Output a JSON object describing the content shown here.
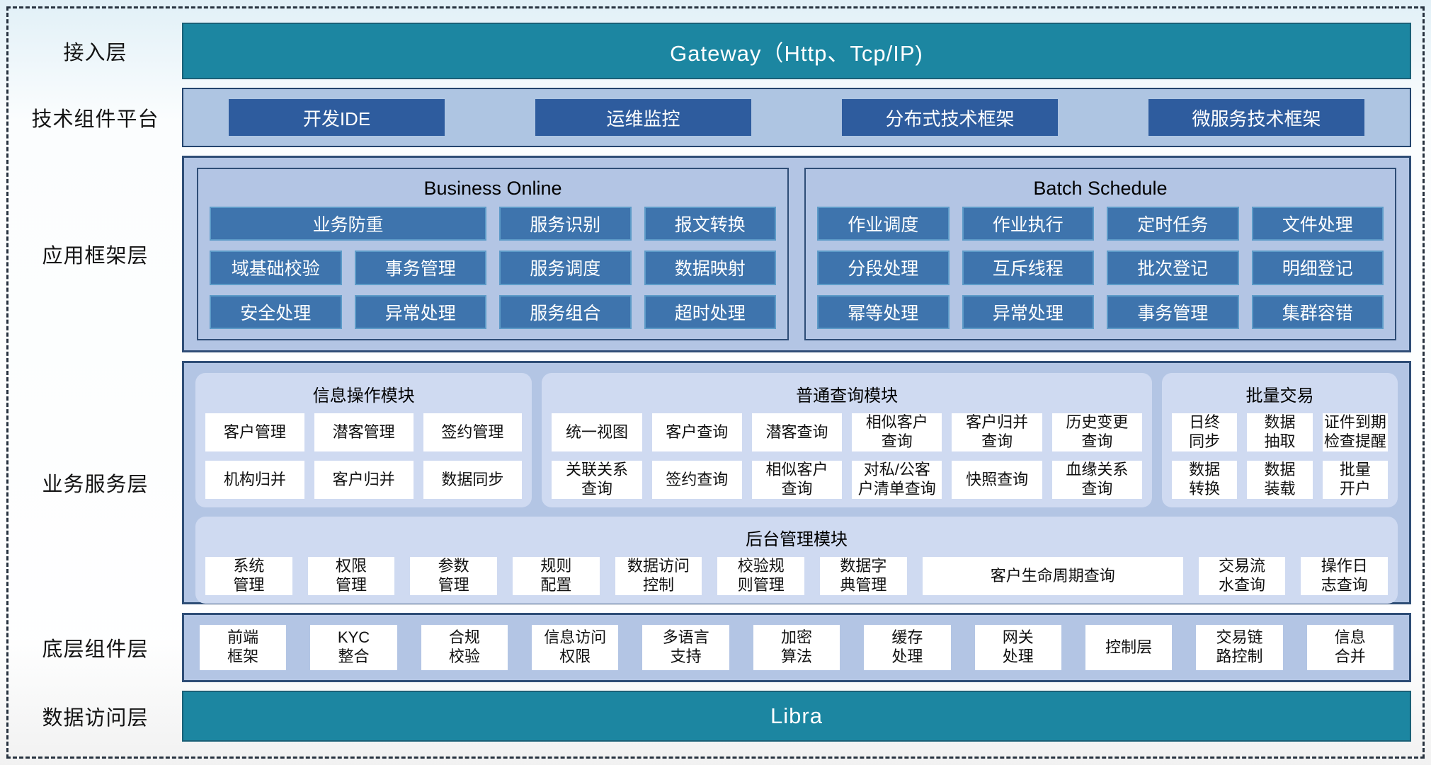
{
  "colors": {
    "teal_bar": "#1C86A1",
    "navy_button": "#2E5C9E",
    "blue_button": "#3E74AD",
    "layer_container": "#B3C5E4",
    "container_border": "#2E4D76",
    "panel_background": "#CFDAF1",
    "button_white": "#FFFFFF"
  },
  "layers": {
    "access": {
      "label": "接入层",
      "bar": "Gateway（Http、Tcp/IP)"
    },
    "tech": {
      "label": "技术组件平台",
      "items": [
        "开发IDE",
        "运维监控",
        "分布式技术框架",
        "微服务技术框架"
      ]
    },
    "app": {
      "label": "应用框架层",
      "groups": [
        {
          "title": "Business Online",
          "items": [
            {
              "label": "业务防重",
              "span": 2
            },
            "服务识别",
            "报文转换",
            "域基础校验",
            "事务管理",
            "服务调度",
            "数据映射",
            "安全处理",
            "异常处理",
            "服务组合",
            "超时处理"
          ]
        },
        {
          "title": "Batch Schedule",
          "items": [
            "作业调度",
            "作业执行",
            "定时任务",
            "文件处理",
            "分段处理",
            "互斥线程",
            "批次登记",
            "明细登记",
            "幂等处理",
            "异常处理",
            "事务管理",
            "集群容错"
          ]
        }
      ]
    },
    "business": {
      "label": "业务服务层",
      "panels": [
        {
          "title": "信息操作模块",
          "items": [
            "客户管理",
            "潜客管理",
            "签约管理",
            "机构归并",
            "客户归并",
            "数据同步"
          ]
        },
        {
          "title": "普通查询模块",
          "items": [
            "统一视图",
            "客户查询",
            "潜客查询",
            "相似客户\n查询",
            "客户归并\n查询",
            "历史变更\n查询",
            "关联关系\n查询",
            "签约查询",
            "相似客户\n查询",
            "对私/公客\n户清单查询",
            "快照查询",
            "血缘关系\n查询"
          ]
        },
        {
          "title": "批量交易",
          "items": [
            "日终\n同步",
            "数据\n抽取",
            "证件到期\n检查提醒",
            "数据\n转换",
            "数据\n装载",
            "批量\n开户"
          ]
        }
      ],
      "admin": {
        "title": "后台管理模块",
        "items": [
          "系统\n管理",
          "权限\n管理",
          "参数\n管理",
          "规则\n配置",
          "数据访问\n控制",
          "校验规\n则管理",
          "数据字\n典管理",
          {
            "label": "客户生命周期查询",
            "grow": 3
          },
          "交易流\n水查询",
          "操作日\n志查询"
        ]
      }
    },
    "base": {
      "label": "底层组件层",
      "items": [
        "前端\n框架",
        "KYC\n整合",
        "合规\n校验",
        "信息访问\n权限",
        "多语言\n支持",
        "加密\n算法",
        "缓存\n处理",
        "网关\n处理",
        "控制层",
        "交易链\n路控制",
        "信息\n合并"
      ]
    },
    "data_access": {
      "label": "数据访问层",
      "bar": "Libra"
    }
  }
}
